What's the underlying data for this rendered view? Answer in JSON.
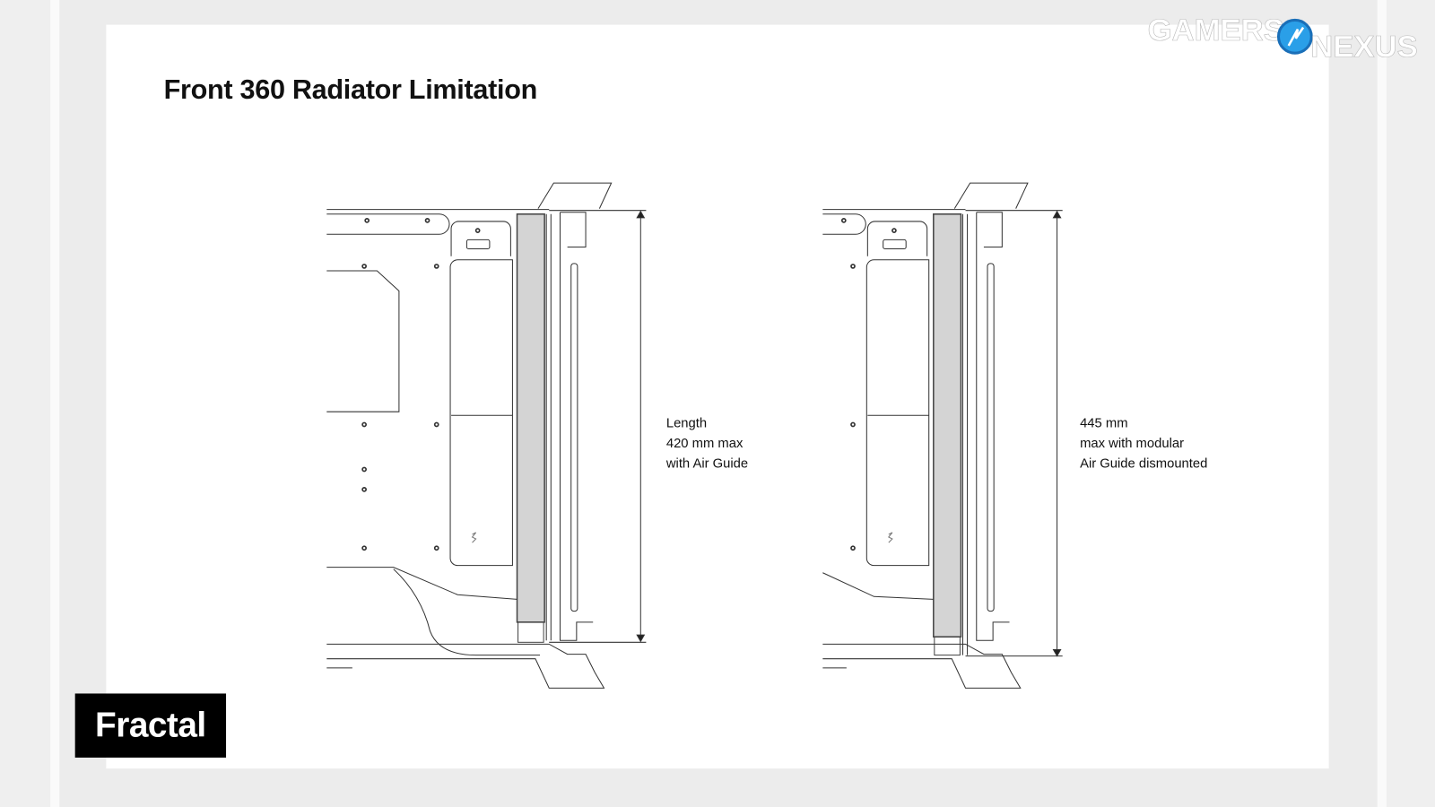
{
  "slide": {
    "title": "Front 360 Radiator Limitation",
    "left_diagram": {
      "line1": "Length",
      "line2": "420 mm max",
      "line3": "with Air Guide"
    },
    "right_diagram": {
      "line1": "445 mm",
      "line2": "max with modular",
      "line3": "Air Guide dismounted"
    },
    "brand_badge": "Fractal"
  },
  "watermark": {
    "text_left": "GAMERS",
    "text_right": "NEXUS"
  },
  "colors": {
    "radiator_fill": "#d4d4d4",
    "badge_bg": "#000000",
    "logo_blue": "#2a9fe8"
  }
}
